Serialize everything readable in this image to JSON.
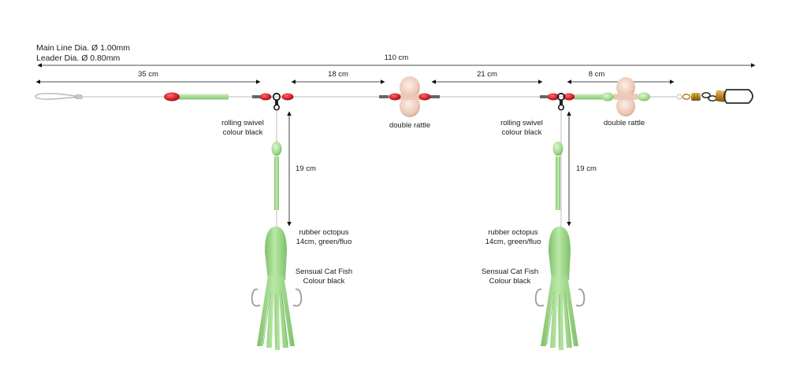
{
  "specs": {
    "main_line": "Main Line Dia. Ø 1.00mm",
    "leader": "Leader Dia. Ø 0.80mm"
  },
  "dimensions": {
    "total": "110 cm",
    "seg1": "35 cm",
    "seg2": "18 cm",
    "seg3": "21 cm",
    "seg4": "8 cm",
    "drop_left": "19 cm",
    "drop_right": "19 cm"
  },
  "labels": {
    "swivel_left_1": "rolling swivel",
    "swivel_left_2": "colour black",
    "rattle_left": "double rattle",
    "swivel_right_1": "rolling swivel",
    "swivel_right_2": "colour black",
    "rattle_right": "double rattle",
    "octopus_left_1": "rubber octopus",
    "octopus_left_2": "14cm, green/fluo",
    "catfish_left_1": "Sensual Cat Fish",
    "catfish_left_2": "Colour black",
    "octopus_right_1": "rubber octopus",
    "octopus_right_2": "14cm, green/fluo",
    "catfish_right_1": "Sensual Cat Fish",
    "catfish_right_2": "Colour black"
  },
  "colors": {
    "bead_red": "#d8222b",
    "tube_green": "#a8dc92",
    "octopus_green": "#9ed88a",
    "rattle_body": "#eccdbd",
    "line": "#c8c8c8",
    "brass": "#c9a238"
  }
}
